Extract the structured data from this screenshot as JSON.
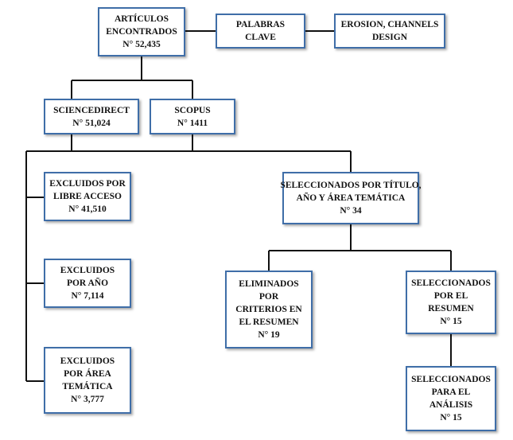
{
  "nodes": {
    "articulos": {
      "lines": [
        "ARTÍCULOS",
        "ENCONTRADOS",
        "N° 52,435"
      ]
    },
    "palabras": {
      "lines": [
        "PALABRAS",
        "CLAVE"
      ]
    },
    "erosion": {
      "lines": [
        "EROSION, CHANNELS",
        "DESIGN"
      ]
    },
    "sciencedirect": {
      "lines": [
        "SCIENCEDIRECT",
        "N° 51,024"
      ]
    },
    "scopus": {
      "lines": [
        "SCOPUS",
        "N° 1411"
      ]
    },
    "excl_libre": {
      "lines": [
        "EXCLUIDOS POR",
        "LIBRE ACCESO",
        "N° 41,510"
      ]
    },
    "excl_anio": {
      "lines": [
        "EXCLUIDOS",
        "POR AÑO",
        "N° 7,114"
      ]
    },
    "excl_area": {
      "lines": [
        "EXCLUIDOS",
        "POR ÁREA",
        "TEMÁTICA",
        "N° 3,777"
      ]
    },
    "sel_titulo": {
      "lines": [
        "SELECCIONADOS POR TÍTULO,",
        "AÑO Y ÁREA TEMÁTICA",
        "N° 34"
      ]
    },
    "eliminados": {
      "lines": [
        "ELIMINADOS",
        "POR",
        "CRITERIOS EN",
        "EL RESUMEN",
        "N° 19"
      ]
    },
    "sel_resumen": {
      "lines": [
        "SELECCIONADOS",
        "POR EL",
        "RESUMEN",
        "N° 15"
      ]
    },
    "sel_analisis": {
      "lines": [
        "SELECCIONADOS",
        "PARA EL",
        "ANÁLISIS",
        "N° 15"
      ]
    }
  },
  "colors": {
    "box_border": "#3f6ea8",
    "connector": "#111111",
    "text": "#111111"
  }
}
